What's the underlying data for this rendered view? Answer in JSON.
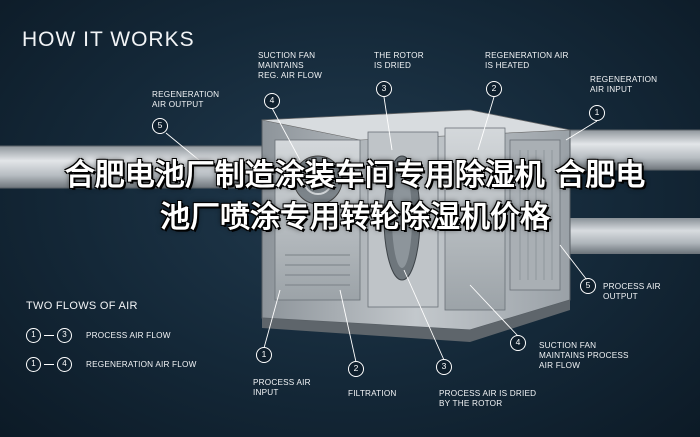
{
  "title": "HOW IT WORKS",
  "overlay_text": "合肥电池厂制造涂装车间专用除湿机 合肥电池厂喷涂专用转轮除湿机价格",
  "top_callouts": [
    {
      "num": "5",
      "text": "REGENERATION\nAIR OUTPUT"
    },
    {
      "num": "4",
      "text": "SUCTION FAN\nMAINTAINS\nREG. AIR FLOW"
    },
    {
      "num": "3",
      "text": "THE ROTOR\nIS DRIED"
    },
    {
      "num": "2",
      "text": "REGENERATION AIR\nIS HEATED"
    },
    {
      "num": "1",
      "text": "REGENERATION\nAIR INPUT"
    }
  ],
  "bottom_callouts": [
    {
      "num": "1",
      "text": "PROCESS AIR\nINPUT"
    },
    {
      "num": "2",
      "text": "FILTRATION"
    },
    {
      "num": "3",
      "text": "PROCESS AIR IS DRIED\nBY THE ROTOR"
    },
    {
      "num": "4",
      "text": "SUCTION FAN\nMAINTAINS PROCESS\nAIR FLOW"
    },
    {
      "num": "5",
      "text": "PROCESS AIR\nOUTPUT"
    }
  ],
  "flows": {
    "title": "TWO FLOWS OF AIR",
    "items": [
      {
        "from": "1",
        "to": "3",
        "label": "PROCESS AIR FLOW"
      },
      {
        "from": "1",
        "to": "4",
        "label": "REGENERATION AIR FLOW"
      }
    ]
  },
  "colors": {
    "background": "#142838",
    "duct": "#c9ced2",
    "unit": "#b8bec3",
    "text": "#f2f4f6"
  }
}
